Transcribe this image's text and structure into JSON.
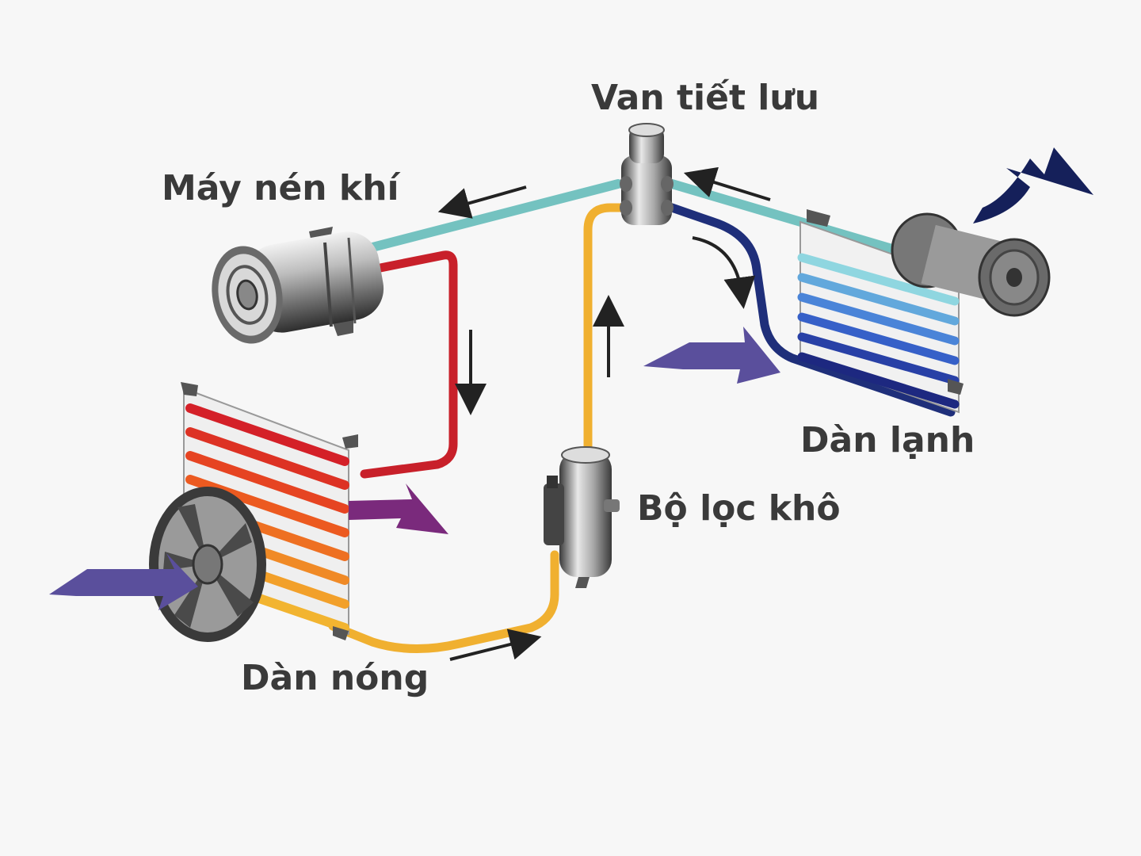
{
  "labels": {
    "expansion_valve": "Van tiết lưu",
    "compressor": "Máy nén khí",
    "evaporator": "Dàn lạnh",
    "receiver_drier": "Bộ lọc khô",
    "condenser": "Dàn nóng"
  },
  "colors": {
    "background": "#f7f7f7",
    "hot_gas_line": "#c8202a",
    "liquid_line": "#f0b030",
    "low_pressure_liquid": "#1f2f7a",
    "suction_line": "#74c2c0",
    "air_flow_arrow": "#5a4f9c",
    "warm_air_arrow": "#7a2a7c",
    "cold_air_arrow": "#15205a",
    "flow_arrow": "#222222",
    "label_text": "#3a3a3a"
  }
}
